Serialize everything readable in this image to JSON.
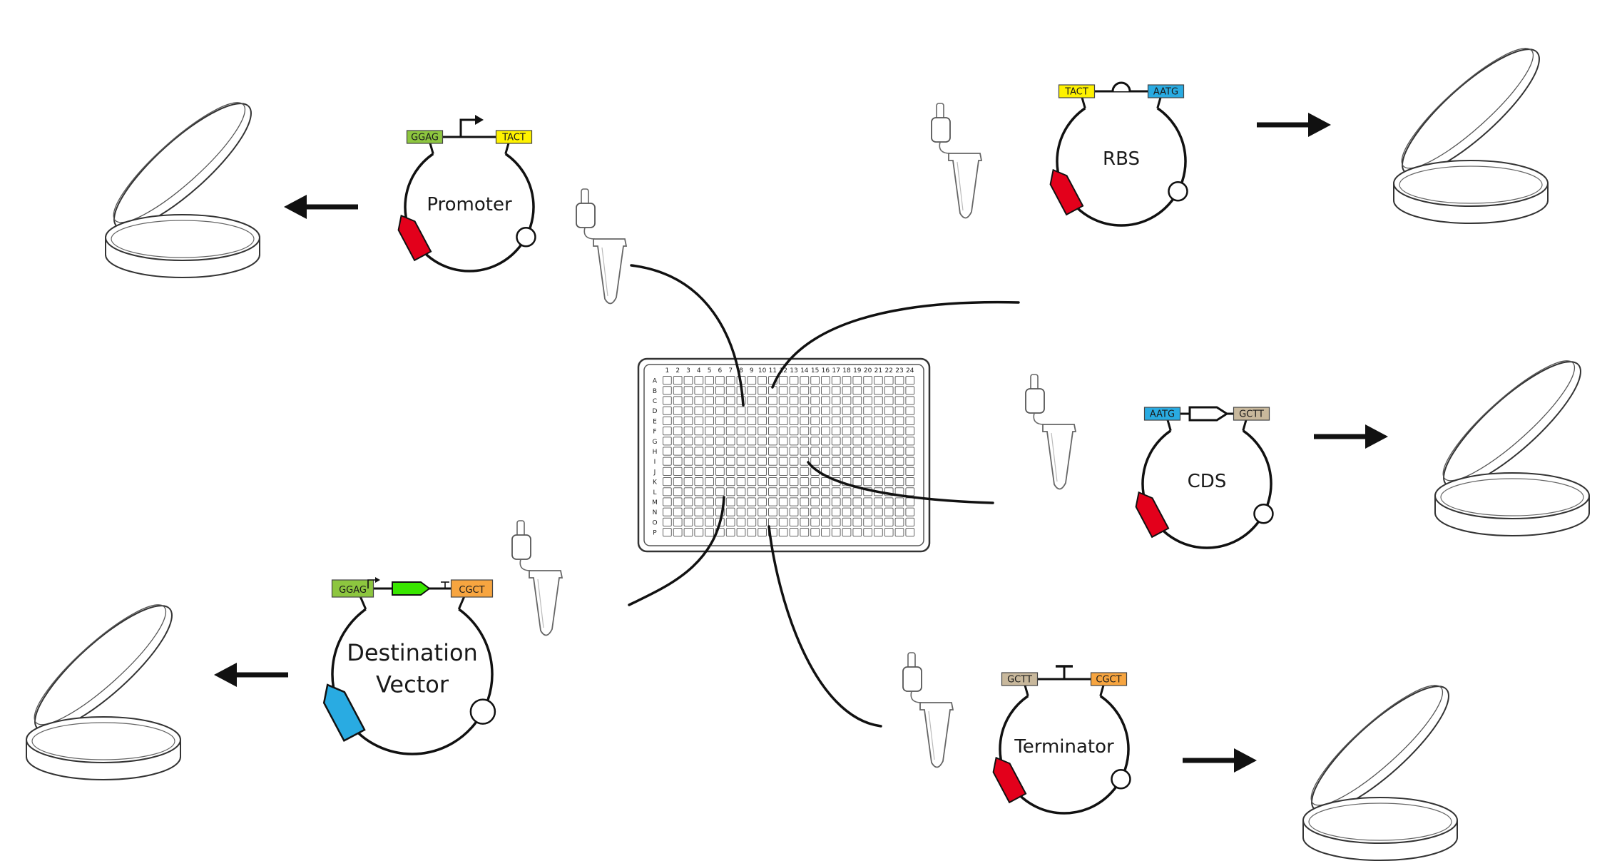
{
  "plasmids": [
    {
      "id": "promoter",
      "label": [
        "Promoter"
      ],
      "left_tag": "GGAG",
      "right_tag": "TACT",
      "left_color": "#8dc63f",
      "right_color": "#fff200",
      "feature": "promoter-arrow",
      "marker_color": "#e3001b"
    },
    {
      "id": "rbs",
      "label": [
        "RBS"
      ],
      "left_tag": "TACT",
      "right_tag": "AATG",
      "left_color": "#fff200",
      "right_color": "#29abe2",
      "feature": "rbs-loop",
      "marker_color": "#e3001b"
    },
    {
      "id": "cds",
      "label": [
        "CDS"
      ],
      "left_tag": "AATG",
      "right_tag": "GCTT",
      "left_color": "#29abe2",
      "right_color": "#c8b89c",
      "feature": "cds-arrow",
      "marker_color": "#e3001b"
    },
    {
      "id": "terminator",
      "label": [
        "Terminator"
      ],
      "left_tag": "GCTT",
      "right_tag": "CGCT",
      "left_color": "#c8b89c",
      "right_color": "#f7a540",
      "feature": "terminator-t",
      "marker_color": "#e3001b"
    },
    {
      "id": "destination",
      "label": [
        "Destination",
        "Vector"
      ],
      "left_tag": "GGAG",
      "right_tag": "CGCT",
      "left_color": "#8dc63f",
      "right_color": "#f7a540",
      "feature": "gfp-cassette",
      "marker_color": "#29abe2"
    }
  ],
  "plate": {
    "columns": [
      "1",
      "2",
      "3",
      "4",
      "5",
      "6",
      "7",
      "8",
      "9",
      "10",
      "11",
      "12",
      "13",
      "14",
      "15",
      "16",
      "17",
      "18",
      "19",
      "20",
      "21",
      "22",
      "23",
      "24"
    ],
    "rows": [
      "A",
      "B",
      "C",
      "D",
      "E",
      "F",
      "G",
      "H",
      "I",
      "J",
      "K",
      "L",
      "M",
      "N",
      "O",
      "P"
    ]
  },
  "icons": [
    "petri-dish-icon",
    "tube-icon",
    "arrow-icon",
    "plate-icon"
  ],
  "colors": {
    "line": "#111111",
    "marker_red": "#e3001b",
    "marker_blue": "#29abe2",
    "gfp_green": "#39e600"
  }
}
